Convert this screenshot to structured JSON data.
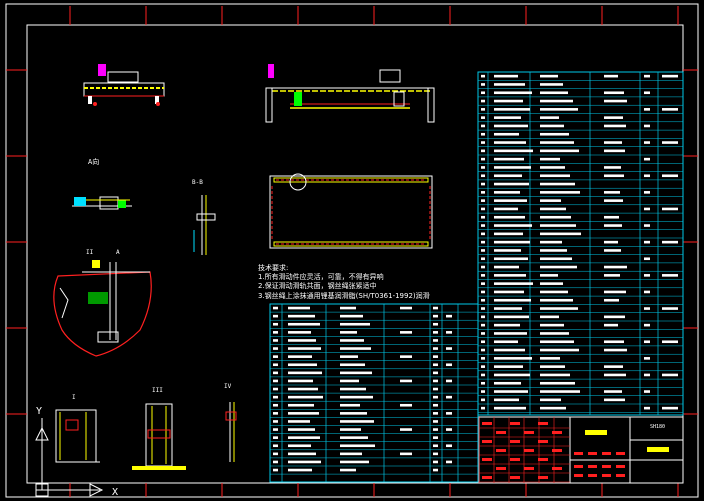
{
  "drawing": {
    "labels": {
      "view_a": "A向",
      "view_bb": "B-B",
      "view_ii": "II",
      "view_i": "I",
      "view_iii": "III",
      "view_iv": "IV",
      "dim_a": "A"
    },
    "notes": [
      "技术要求:",
      "1.所有滑动件应灵活，可靠，不得有异响",
      "2.保证滑动滑轨共面，钢丝绳张紧适中",
      "3.钢丝绳上涂抹通用锂基润滑脂(SH/T0361-1992)润滑"
    ],
    "title_block": {
      "drawing_no": "SH180"
    },
    "colors": {
      "background": "#000000",
      "frame": "#ffffff",
      "border_marks": "#ff2020",
      "table_lines": "#00c8e8",
      "part_yellow": "#ffff00",
      "part_red": "#ff2020",
      "part_green": "#00ff00",
      "part_magenta": "#ff00ff",
      "text": "#ffffff"
    }
  }
}
